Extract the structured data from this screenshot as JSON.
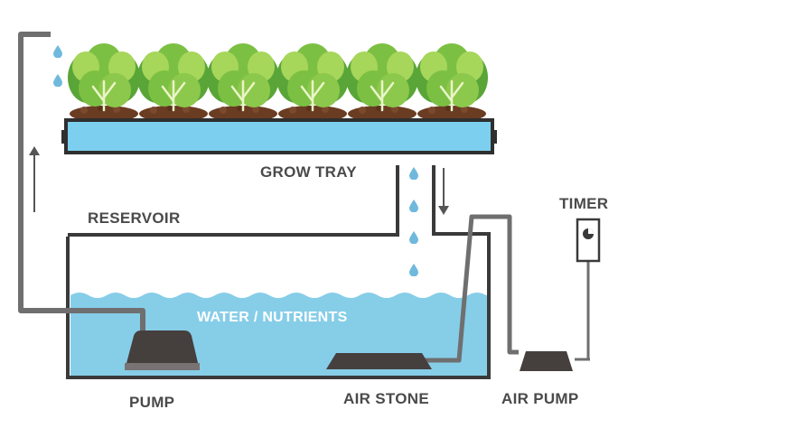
{
  "labels": {
    "grow_tray": "GROW TRAY",
    "reservoir": "RESERVOIR",
    "timer": "TIMER",
    "water": "WATER / NUTRIENTS",
    "pump": "PUMP",
    "air_stone": "AIR STONE",
    "air_pump": "AIR PUMP"
  },
  "icons": {
    "plant": "lettuce-plant-icon",
    "drop": "water-drop-icon",
    "arrow_up": "arrow-up-icon",
    "arrow_down": "arrow-down-icon",
    "timer": "timer-icon"
  },
  "plant_count": 6,
  "colors": {
    "water": "#86cde8",
    "tray_fill": "#7ccfee",
    "pipe": "#6f6f6f",
    "outline": "#3a3a3a",
    "leaf_light": "#a6d65a",
    "leaf_dark": "#5aa538",
    "soil": "#6a3c22",
    "device": "#453f3e",
    "drop": "#6fb9dc",
    "text": "#4a4a4a"
  }
}
